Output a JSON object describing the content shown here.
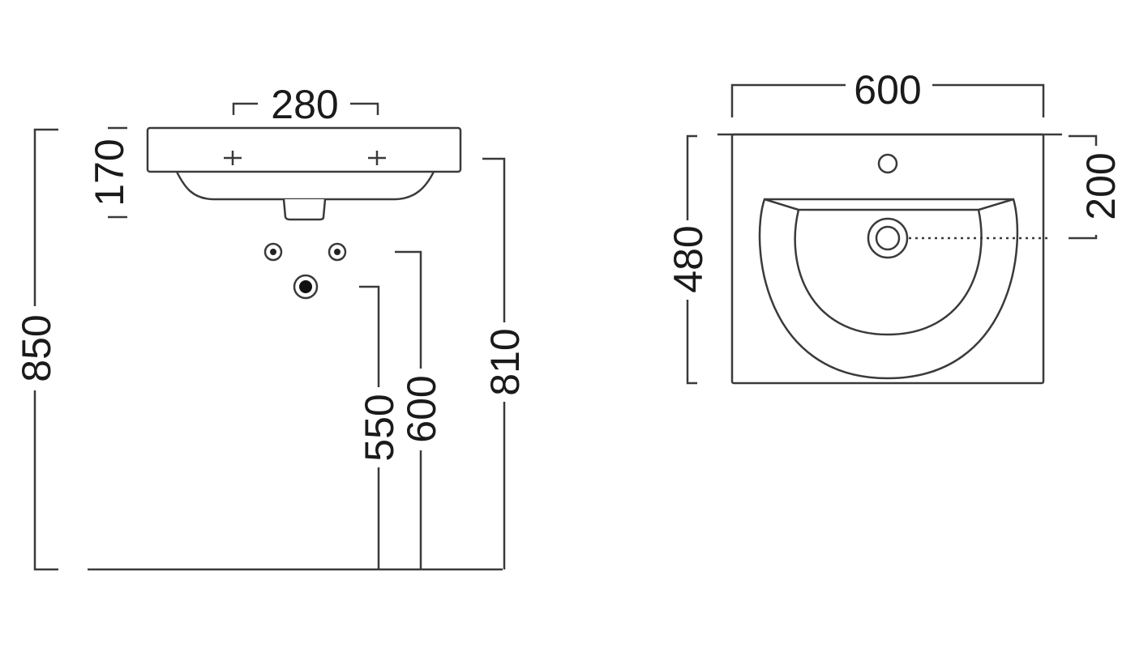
{
  "title": "Washbasin dimension drawing",
  "front_view": {
    "dimensions": {
      "tap_spacing": "280",
      "basin_height": "170",
      "total_height": "850",
      "rim_height": "810",
      "supply_height": "600",
      "waste_height": "550"
    }
  },
  "top_view": {
    "dimensions": {
      "width": "600",
      "depth": "480",
      "waste_offset": "200"
    }
  },
  "colors": {
    "line": "#3a3a3a",
    "background": "#ffffff"
  }
}
